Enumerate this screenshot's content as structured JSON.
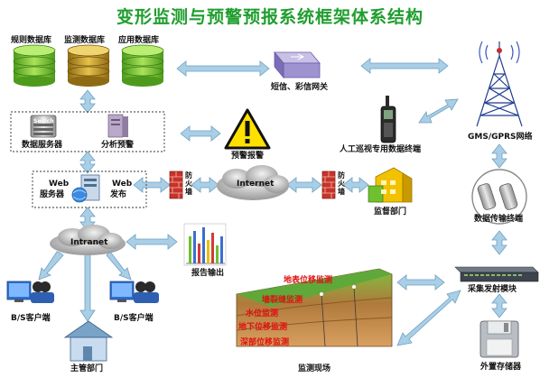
{
  "title": "变形监测与预警预报系统框架体系结构",
  "databases": [
    {
      "label": "规则数据库",
      "color": "#8fd23a"
    },
    {
      "label": "监测数据库",
      "color": "#c9a530"
    },
    {
      "label": "应用数据库",
      "color": "#7fd13a"
    }
  ],
  "servers": {
    "data_server": "数据服务器",
    "switch_text": "Switch",
    "analysis": "分析预警"
  },
  "web": {
    "server_line1": "Web",
    "server_line2": "服务器",
    "publish_line1": "Web",
    "publish_line2": "发布"
  },
  "firewall_left": "防火墙",
  "firewall_right": "防火墙",
  "internet": "Internet",
  "intranet": "Intranet",
  "sms_gateway": "短信、彩信网关",
  "warning": "预警报警",
  "patrol_terminal": "人工巡视专用数据终端",
  "gprs": "GMS/GPRS网络",
  "supervision": "监督部门",
  "data_terminal": "数据传输终端",
  "report": "报告输出",
  "acquisition": "采集发射模块",
  "storage": "外置存储器",
  "field": "监测现场",
  "field_labels": [
    "地表位移监测",
    "墙裂缝监测",
    "水位监测",
    "地下位移监测",
    "深部位移监测"
  ],
  "client_left": "B/S客户端",
  "client_right": "B/S客户端",
  "main_dept": "主管部门",
  "colors": {
    "title": "#1f9e2e",
    "arrow": "#a9cfe6",
    "arrow_stroke": "#6f9fc0",
    "field_label": "#e01010"
  }
}
